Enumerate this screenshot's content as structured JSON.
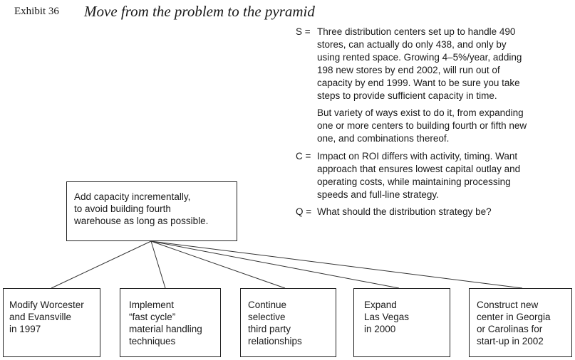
{
  "header": {
    "exhibit_label": "Exhibit 36",
    "title": "Move from the problem to the pyramid"
  },
  "situation": {
    "key": "S =",
    "paragraphs": [
      [
        "Three distribution centers set up to handle 490",
        "stores, can actually do only 438, and only by",
        "using rented space. Growing 4–5%/year, adding",
        "198 new stores by end 2002, will run out of",
        "capacity by end 1999. Want to be sure you take",
        "steps to provide sufficient capacity in time."
      ],
      [
        "But variety of ways exist to do it, from expanding",
        "one or more centers to building fourth or fifth new",
        "one, and combinations thereof."
      ]
    ]
  },
  "complication": {
    "key": "C =",
    "lines": [
      "Impact on ROI differs with activity, timing. Want",
      "approach that ensures lowest capital outlay and",
      "operating costs, while maintaining processing",
      "speeds and full-line strategy."
    ]
  },
  "question": {
    "key": "Q =",
    "lines": [
      "What should the distribution strategy be?"
    ]
  },
  "main_box": {
    "lines": [
      "Add capacity incrementally,",
      "to avoid building fourth",
      "warehouse as long as possible."
    ]
  },
  "child_boxes": [
    {
      "lines": [
        "Modify Worcester",
        "and Evansville",
        "in 1997"
      ]
    },
    {
      "lines": [
        "Implement",
        "“fast cycle”",
        "material handling",
        "techniques"
      ]
    },
    {
      "lines": [
        "Continue",
        "selective",
        "third party",
        "relationships"
      ]
    },
    {
      "lines": [
        "Expand",
        "Las Vegas",
        "in 2000"
      ]
    },
    {
      "lines": [
        "Construct new",
        "center in Georgia",
        "or Carolinas for",
        "start-up in 2002"
      ]
    }
  ]
}
